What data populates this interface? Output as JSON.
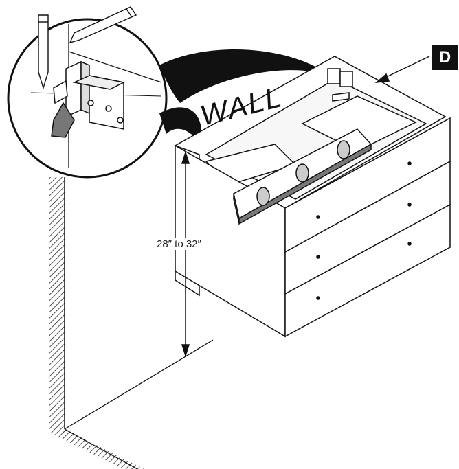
{
  "diagram": {
    "step_letter": "D",
    "wall_label": "WALL",
    "height_label": "28″ to 32″"
  }
}
